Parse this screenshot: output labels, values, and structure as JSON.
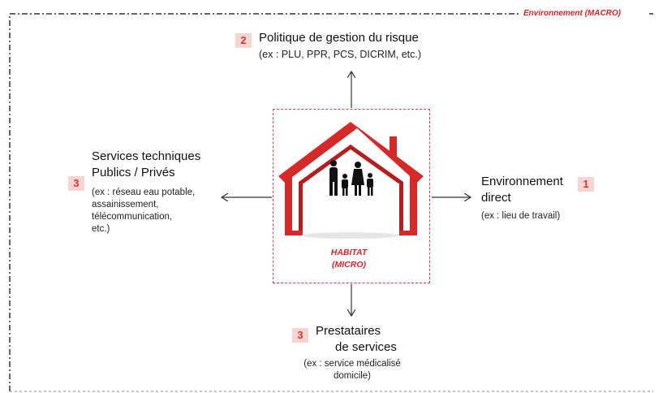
{
  "environment_label": "Environnement  (MACRO)",
  "center": {
    "line1": "HABITAT",
    "line2": "(MICRO)"
  },
  "top": {
    "badge": "2",
    "title": "Politique de gestion du risque",
    "subtitle": "(ex : PLU, PPR, PCS, DICRIM, etc.)"
  },
  "right": {
    "badge": "1",
    "title_line1": "Environnement",
    "title_line2": "direct",
    "subtitle": "(ex : lieu de travail)"
  },
  "left": {
    "badge": "3",
    "title_line1": "Services techniques",
    "title_line2": "Publics / Privés",
    "sub_line1": "(ex : réseau eau potable,",
    "sub_line2": "assainissement,",
    "sub_line3": "télécommunication,",
    "sub_line4": "etc.)"
  },
  "bottom": {
    "badge": "3",
    "title_line1": "Prestataires",
    "title_line2": "de services",
    "sub_line1": "(ex : service médicalisé",
    "sub_line2": "domicile)"
  },
  "colors": {
    "accent": "#d9262c",
    "badge_bg": "#f6d5d2",
    "house": "#d42a2a"
  }
}
